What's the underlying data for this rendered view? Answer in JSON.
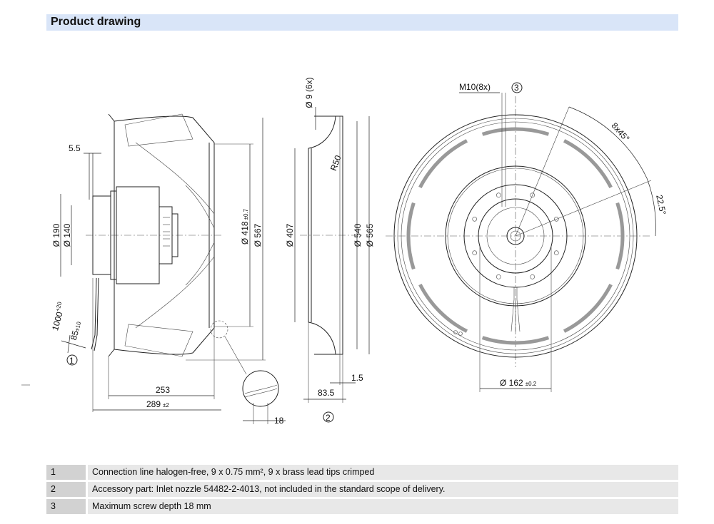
{
  "header": {
    "title": "Product drawing"
  },
  "drawing": {
    "side_view": {
      "dim_5_5": "5.5",
      "dim_190": "Ø 190",
      "dim_140": "Ø 140",
      "dim_418": "Ø 418",
      "dim_418_tol": "±0.7",
      "dim_567": "Ø 567",
      "dim_1000": "1000",
      "dim_1000_tol": "+20",
      "dim_85": "85",
      "dim_85_tol": "±10",
      "dim_253": "253",
      "dim_289": "289",
      "dim_289_tol": "±2",
      "dim_18": "18",
      "callout_1": "1"
    },
    "nozzle_view": {
      "dim_9": "Ø 9 (6x)",
      "dim_r50": "R50",
      "dim_407": "Ø 407",
      "dim_540": "Ø 540",
      "dim_565": "Ø 565",
      "dim_83_5": "83.5",
      "dim_1_5": "1.5",
      "callout_2": "2"
    },
    "front_view": {
      "dim_m10": "M10(8x)",
      "callout_3": "3",
      "dim_8x45": "8x45°",
      "dim_22_5": "22.5°",
      "dim_162": "Ø 162",
      "dim_162_tol": "±0.2"
    }
  },
  "notes": [
    {
      "num": "1",
      "text": "Connection line halogen-free, 9 x 0.75 mm², 9 x brass lead tips crimped"
    },
    {
      "num": "2",
      "text": "Accessory part: Inlet nozzle 54482-2-4013, not included in the standard scope of delivery."
    },
    {
      "num": "3",
      "text": "Maximum screw depth 18 mm"
    }
  ]
}
